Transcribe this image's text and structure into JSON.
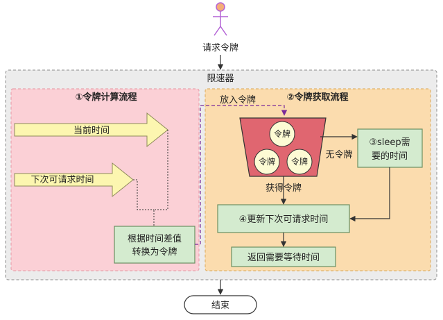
{
  "actor": {
    "label": "请求令牌"
  },
  "limiter": {
    "title": "限速器"
  },
  "section1": {
    "title": "①令牌计算流程"
  },
  "section2": {
    "title": "②令牌获取流程"
  },
  "arrows": {
    "current_time": "当前时间",
    "next_request_time": "下次可请求时间"
  },
  "nodes": {
    "convert": [
      "根据时间差值",
      "转换为令牌"
    ],
    "sleep": [
      "③sleep需",
      "要的时间"
    ],
    "update": "④更新下次可请求时间",
    "return_wait": "返回需要等待时间",
    "end": "结束"
  },
  "bucket": {
    "tokens": [
      "令牌",
      "令牌",
      "令牌"
    ]
  },
  "edges": {
    "put_token": "放入令牌",
    "no_token": "无令牌",
    "get_token": "获得令牌"
  },
  "colors": {
    "outer_fill": "#ececec",
    "outer_border": "#9e9e9e",
    "section1_fill": "#fbd0d6",
    "section1_border": "#e8a2ad",
    "section2_fill": "#fbdcae",
    "section2_border": "#e0b26a",
    "arrow_fill": "#fcf6b0",
    "arrow_border": "#8e8a5a",
    "node_fill": "#d4ebcf",
    "node_border": "#6b8f62",
    "bucket_fill": "#e06670",
    "bucket_border": "#333333",
    "token_fill": "#fdfbd4",
    "actor_color": "#b464d6",
    "actor_head": "#f5ad78",
    "dash_color": "#7a2a9a"
  }
}
